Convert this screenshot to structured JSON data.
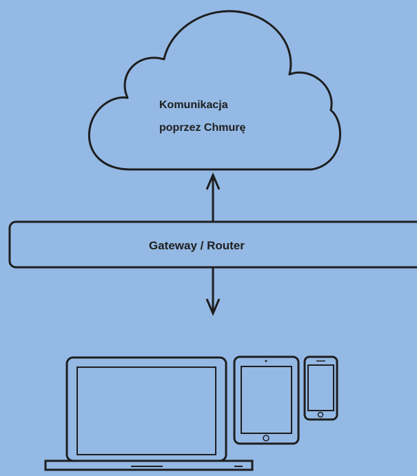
{
  "colors": {
    "background": "#94b9e4",
    "stroke": "#1e1e1e"
  },
  "cloud": {
    "line1": "Komunikacja",
    "line2": "poprzez Chmurę"
  },
  "gateway": {
    "label": "Gateway / Router"
  },
  "devices": [
    {
      "name": "laptop-icon"
    },
    {
      "name": "tablet-icon"
    },
    {
      "name": "smartphone-icon"
    }
  ]
}
